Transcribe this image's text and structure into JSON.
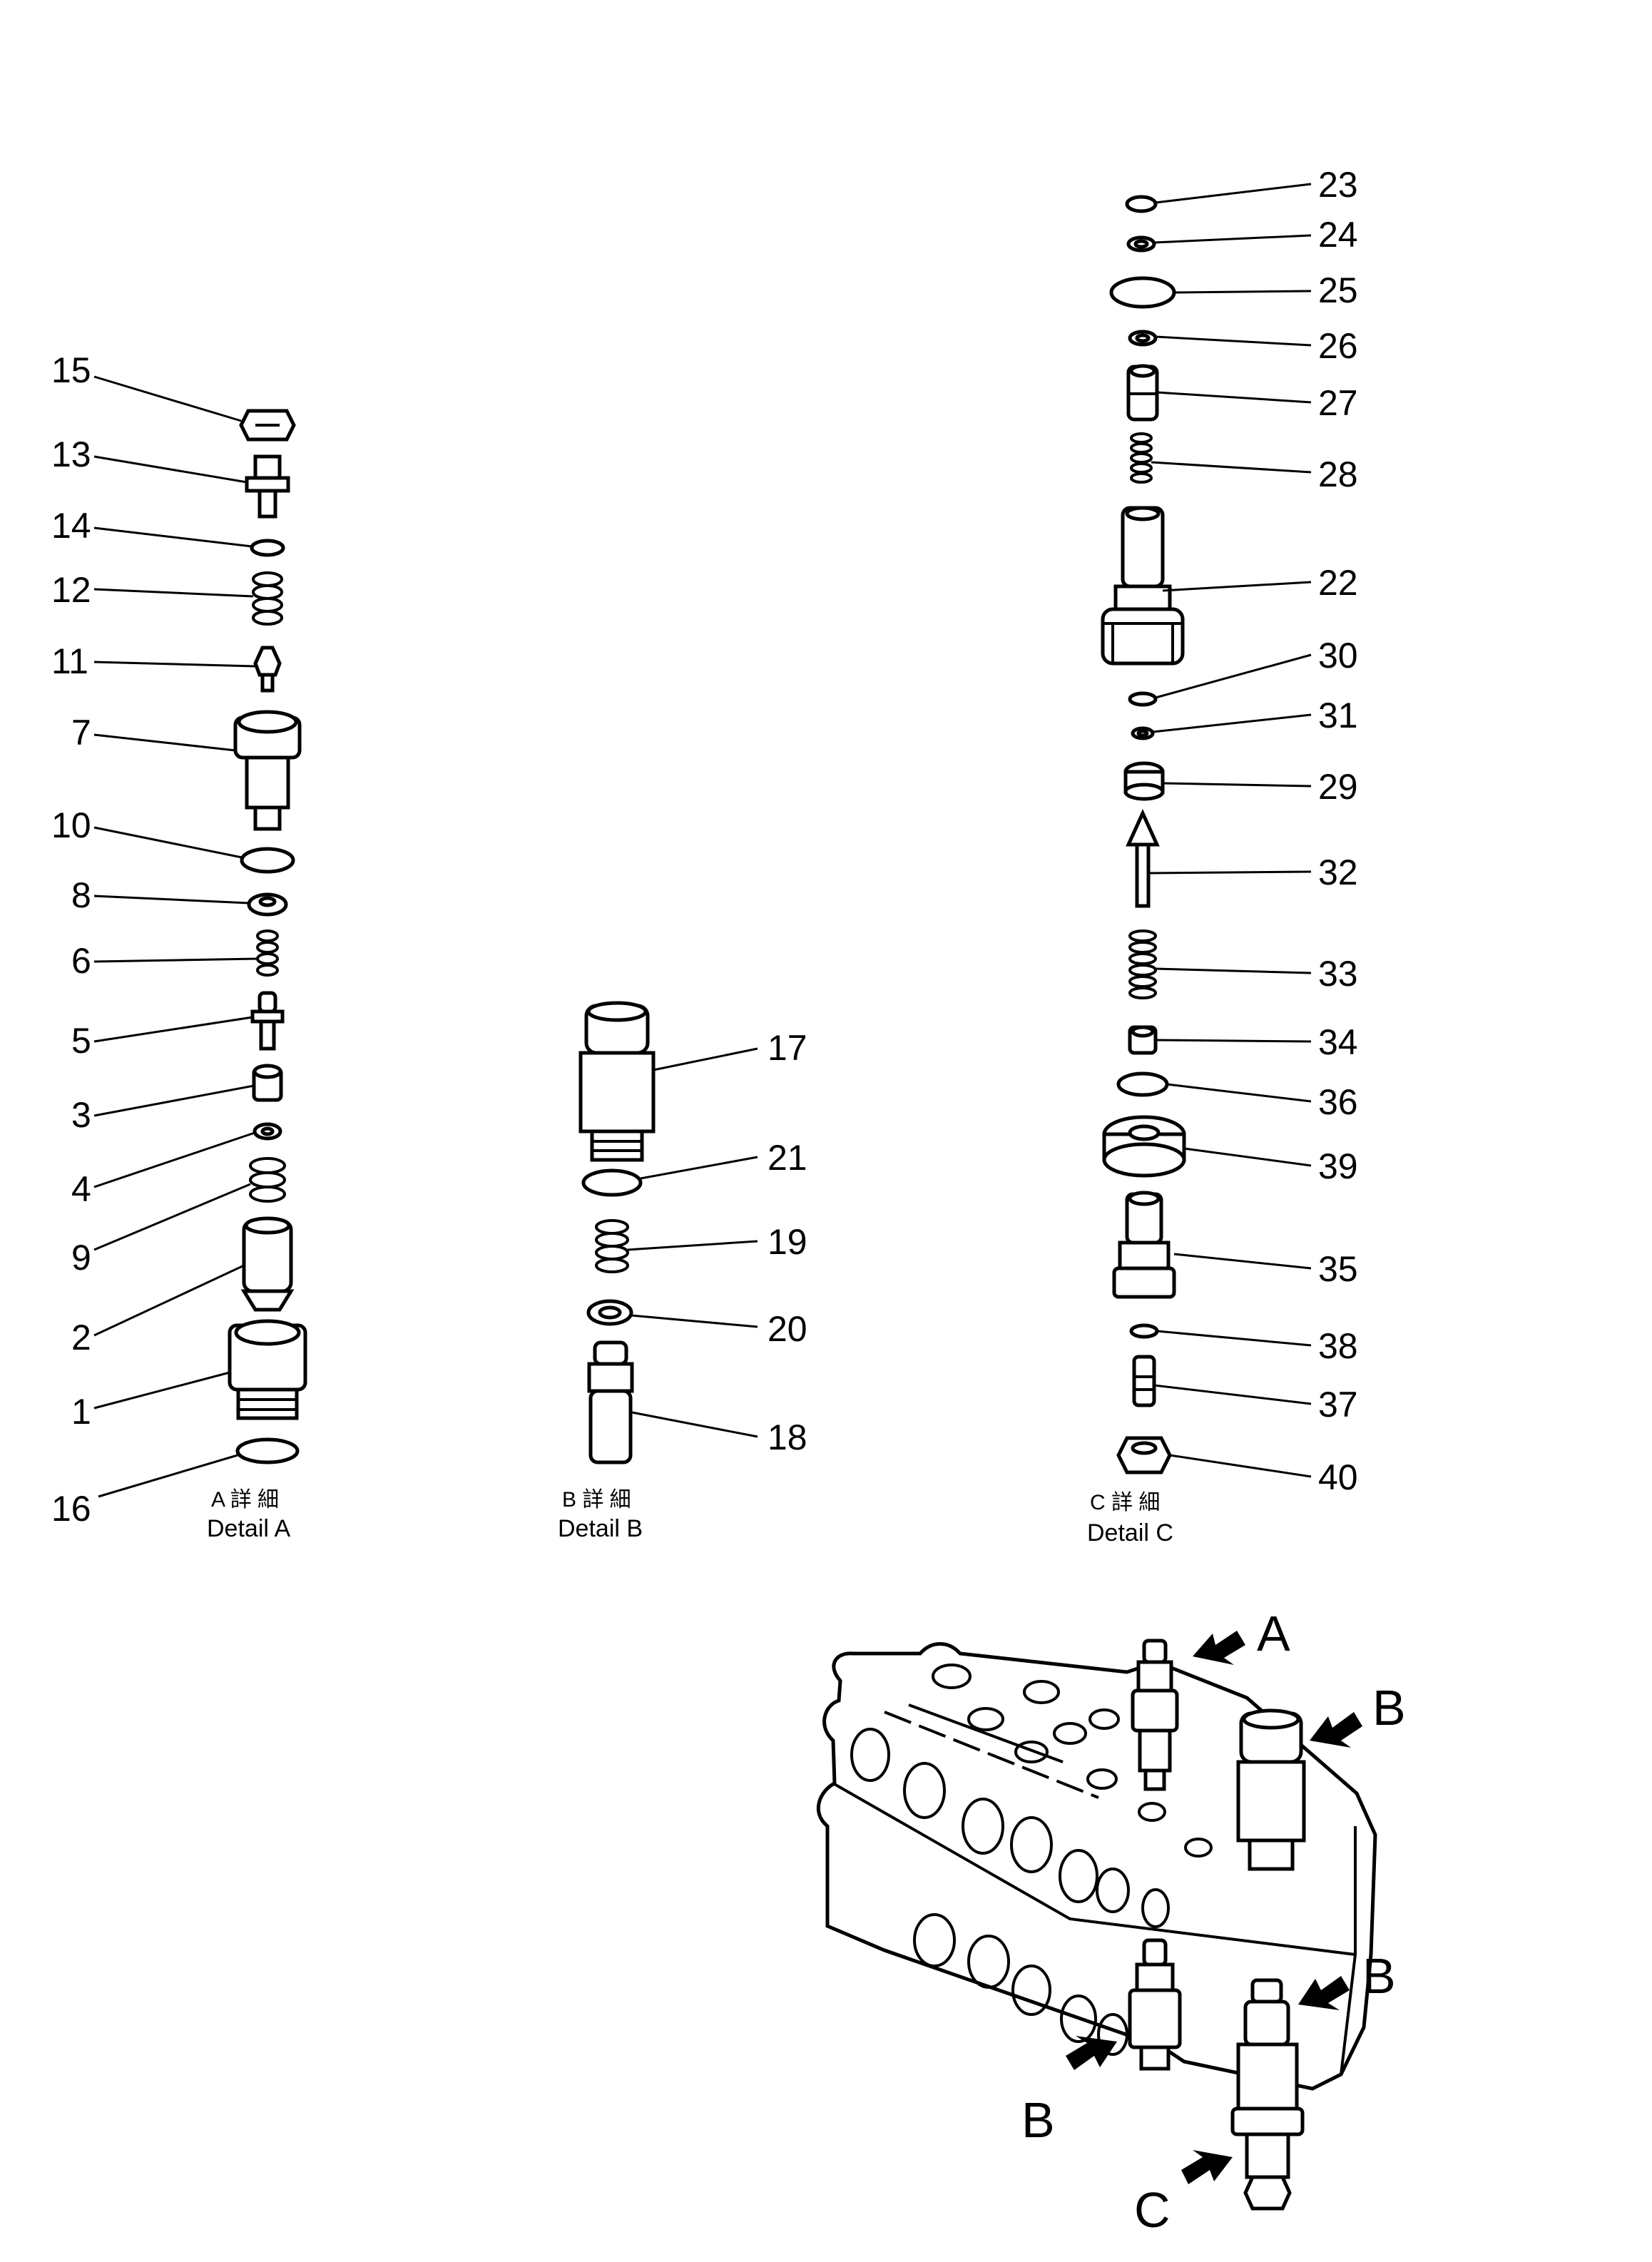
{
  "details": [
    {
      "id": "A",
      "caption_jp": "A 詳 細",
      "caption_en": "Detail A"
    },
    {
      "id": "B",
      "caption_jp": "B 詳 細",
      "caption_en": "Detail B"
    },
    {
      "id": "C",
      "caption_jp": "C 詳 細",
      "caption_en": "Detail C"
    }
  ],
  "callouts": {
    "A": [
      "15",
      "13",
      "14",
      "12",
      "11",
      "7",
      "10",
      "8",
      "6",
      "5",
      "3",
      "4",
      "9",
      "2",
      "1",
      "16"
    ],
    "B": [
      "17",
      "21",
      "19",
      "20",
      "18"
    ],
    "C": [
      "23",
      "24",
      "25",
      "26",
      "27",
      "28",
      "22",
      "30",
      "31",
      "29",
      "32",
      "33",
      "34",
      "36",
      "39",
      "35",
      "38",
      "37",
      "40"
    ]
  },
  "assembly_labels": [
    "A",
    "B",
    "B",
    "B",
    "C"
  ]
}
